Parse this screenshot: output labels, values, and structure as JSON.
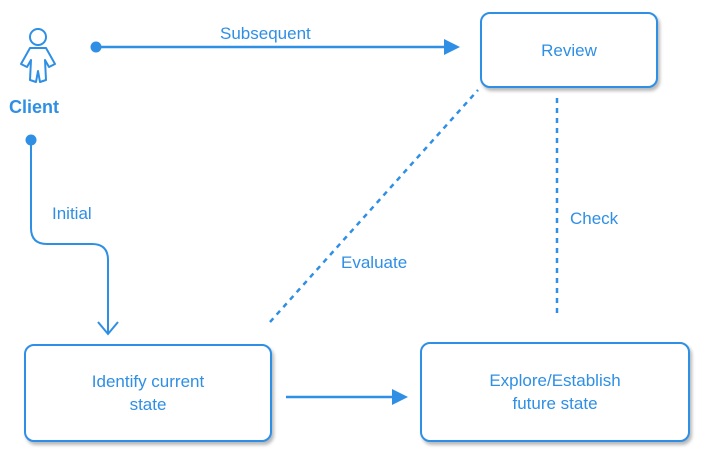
{
  "actor": {
    "label": "Client",
    "icon": "person-icon"
  },
  "nodes": {
    "review": "Review",
    "identify_line1": "Identify current",
    "identify_line2": "state",
    "explore_line1": "Explore/Establish",
    "explore_line2": "future state"
  },
  "edges": {
    "subsequent": "Subsequent",
    "initial": "Initial",
    "evaluate": "Evaluate",
    "check": "Check"
  },
  "colors": {
    "accent": "#2e8fe4"
  }
}
